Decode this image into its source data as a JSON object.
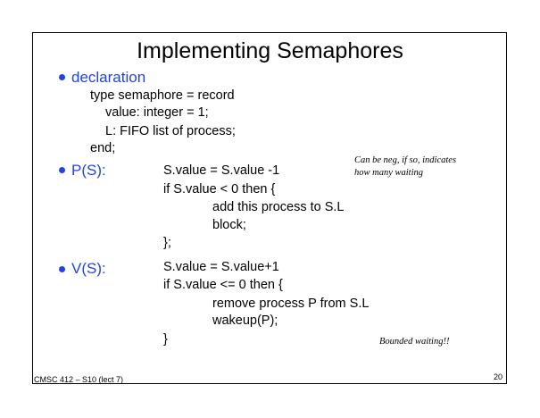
{
  "slide": {
    "title": "Implementing Semaphores",
    "declaration": {
      "heading": "declaration",
      "lines": [
        "type semaphore = record",
        "value: integer = 1;",
        "L: FIFO list of process;",
        "end;"
      ]
    },
    "p_op": {
      "heading": "P(S):",
      "lines": [
        "S.value = S.value -1",
        "if S.value < 0 then {",
        "add this process to S.L",
        "block;",
        "};"
      ],
      "note_lines": [
        "Can be neg, if so, indicates",
        "how many waiting"
      ]
    },
    "v_op": {
      "heading": "V(S):",
      "lines": [
        "S.value = S.value+1",
        "if S.value <= 0 then {",
        "remove process P from S.L",
        "wakeup(P);",
        "}"
      ],
      "note": "Bounded waiting!!"
    },
    "footer": {
      "course": "CMSC 412 – S10  (lect 7)",
      "page_number": "20"
    },
    "colors": {
      "accent": "#2244dd",
      "text": "#000000",
      "border": "#000000"
    }
  }
}
